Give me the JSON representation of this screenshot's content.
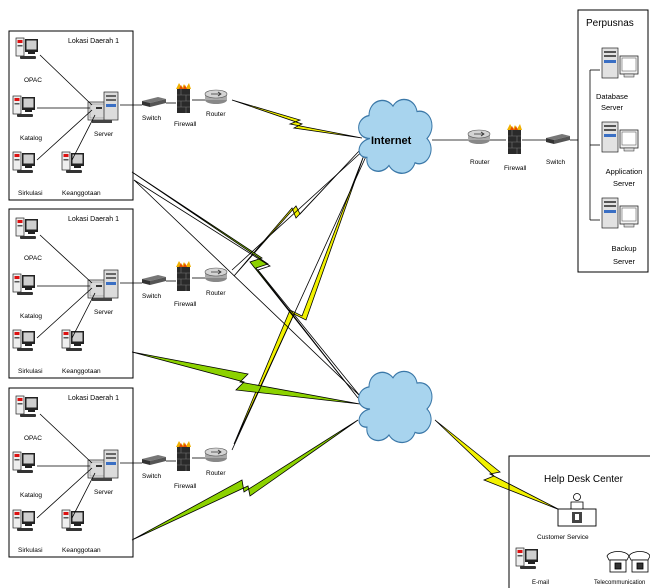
{
  "sites": [
    {
      "title": "Lokasi Daerah 1",
      "opac": "OPAC",
      "katalog": "Katalog",
      "sirkulasi": "Sirkulasi",
      "keanggotaan": "Keanggotaan",
      "server": "Server",
      "switch": "Switch",
      "firewall": "Firewall",
      "router": "Router"
    },
    {
      "title": "Lokasi Daerah 1",
      "opac": "OPAC",
      "katalog": "Katalog",
      "sirkulasi": "Sirkulasi",
      "keanggotaan": "Keanggotaan",
      "server": "Server",
      "switch": "Switch",
      "firewall": "Firewall",
      "router": "Router"
    },
    {
      "title": "Lokasi Daerah 1",
      "opac": "OPAC",
      "katalog": "Katalog",
      "sirkulasi": "Sirkulasi",
      "keanggotaan": "Keanggotaan",
      "server": "Server",
      "switch": "Switch",
      "firewall": "Firewall",
      "router": "Router"
    }
  ],
  "internet": {
    "label": "Internet"
  },
  "center": {
    "router": "Router",
    "firewall": "Firewall",
    "switch": "Switch"
  },
  "perpusnas": {
    "title": "Perpusnas",
    "database": [
      "Database",
      "Server"
    ],
    "application": [
      "Application",
      "Server"
    ],
    "backup": [
      "Backup",
      "Server"
    ]
  },
  "helpdesk": {
    "title": "Help Desk Center",
    "customer_service": "Customer Service",
    "email": "E-mail",
    "telecom": "Telecommunication"
  },
  "colors": {
    "bolt_yellow": "#f2f200",
    "bolt_green": "#8cd200",
    "cloud": "#a8d4ee",
    "firewall": "#2a2a2a"
  }
}
